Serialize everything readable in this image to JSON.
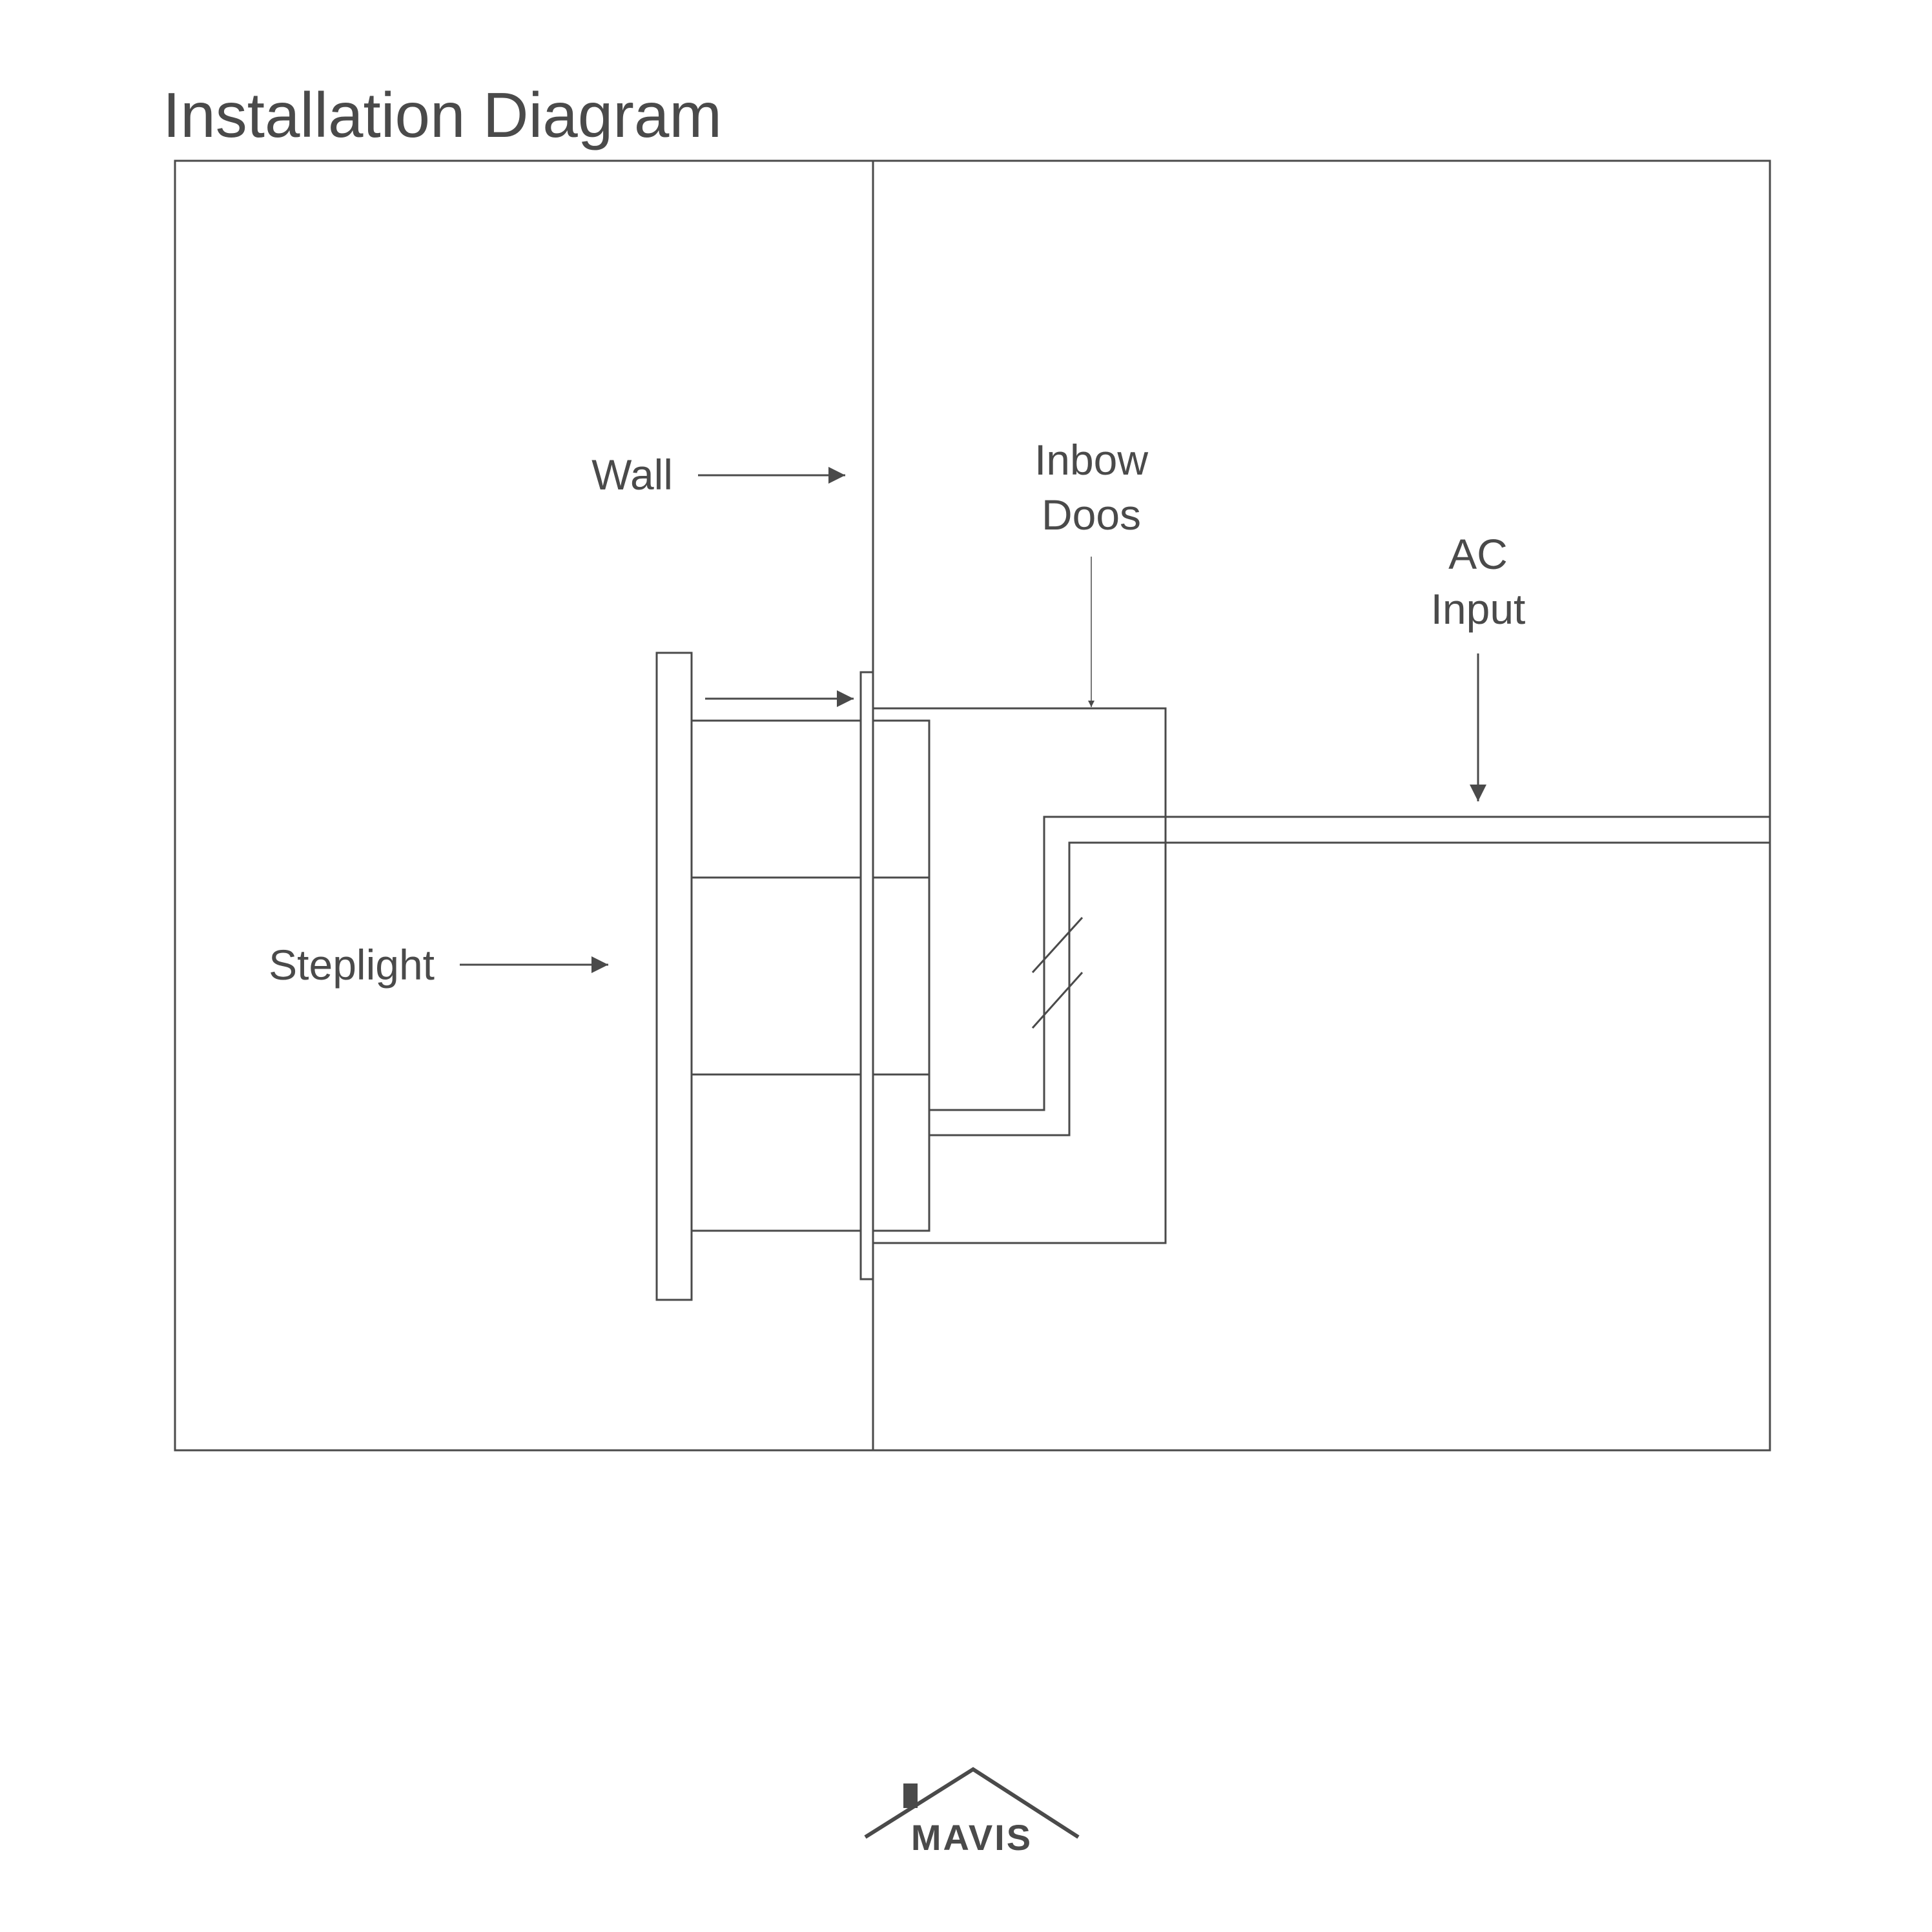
{
  "title": "Installation Diagram",
  "labels": {
    "wall": "Wall",
    "inbow_line1": "Inbow",
    "inbow_line2": "Doos",
    "ac_line1": "AC",
    "ac_line2": "Input",
    "steplight": "Steplight"
  },
  "logo": {
    "text": "MAVIS"
  },
  "colors": {
    "ink": "#4a4a4a",
    "background": "#ffffff"
  }
}
